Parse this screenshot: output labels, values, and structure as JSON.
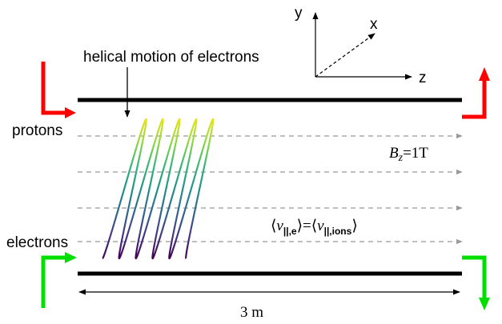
{
  "labels": {
    "helical_title": "helical motion of electrons",
    "protons": "protons",
    "electrons": "electrons",
    "field_symbol": "B",
    "field_subscript": "z",
    "field_value": "=1T",
    "velocity_left": "v",
    "velocity_left_sub": "||,e",
    "velocity_equals": "=",
    "velocity_right": "v",
    "velocity_right_sub": "||,ions",
    "length": "3 m"
  },
  "axes": {
    "x": "x",
    "y": "y",
    "z": "z"
  },
  "colors": {
    "plates": "#000000",
    "proton_arrows": "#ff0000",
    "electron_arrows": "#00e000",
    "field_lines": "#999999",
    "helix_gradient": [
      "#e7e419",
      "#8fd744",
      "#35b779",
      "#21918c",
      "#31688e",
      "#443983",
      "#440154"
    ]
  },
  "helix": {
    "turns": 5
  }
}
